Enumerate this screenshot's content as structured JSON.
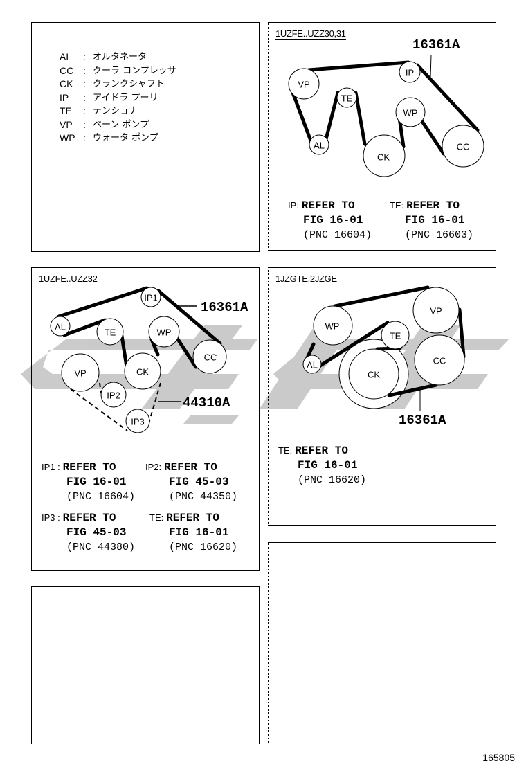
{
  "watermark_color": "#c8c8c8",
  "legend": {
    "items": [
      {
        "code": "AL",
        "name": "オルタネータ"
      },
      {
        "code": "CC",
        "name": "クーラ コンプレッサ"
      },
      {
        "code": "CK",
        "name": "クランクシャフト"
      },
      {
        "code": "IP",
        "name": "アイドラ プーリ"
      },
      {
        "code": "TE",
        "name": "テンショナ"
      },
      {
        "code": "VP",
        "name": "ベーン ポンプ"
      },
      {
        "code": "WP",
        "name": "ウォータ ポンプ"
      }
    ]
  },
  "panel_uzz30": {
    "title": "1UZFE..UZZ30,31",
    "belt_part_no": "16361A",
    "pulleys": [
      "VP",
      "IP",
      "TE",
      "AL",
      "CK",
      "WP",
      "CC"
    ],
    "refs": [
      {
        "key": "IP:",
        "line1": "REFER TO",
        "line2": "FIG 16-01",
        "line3": "(PNC 16604)"
      },
      {
        "key": "TE:",
        "line1": "REFER TO",
        "line2": "FIG 16-01",
        "line3": "(PNC 16603)"
      }
    ]
  },
  "panel_uzz32": {
    "title": "1UZFE..UZZ32",
    "belt_part_no": "16361A",
    "belt2_part_no": "44310A",
    "pulleys": [
      "IP1",
      "AL",
      "TE",
      "WP",
      "CC",
      "VP",
      "CK",
      "IP2",
      "IP3"
    ],
    "refs": [
      {
        "key": "IP1 :",
        "line1": "REFER TO",
        "line2": "FIG 16-01",
        "line3": "(PNC 16604)"
      },
      {
        "key": "IP2:",
        "line1": "REFER TO",
        "line2": "FIG 45-03",
        "line3": "(PNC 44350)"
      },
      {
        "key": "IP3 :",
        "line1": "REFER TO",
        "line2": "FIG 45-03",
        "line3": "(PNC 44380)"
      },
      {
        "key": "TE:",
        "line1": "REFER TO",
        "line2": "FIG 16-01",
        "line3": "(PNC 16620)"
      }
    ]
  },
  "panel_jzgte": {
    "title": "1JZGTE,2JZGE",
    "belt_part_no": "16361A",
    "pulleys": [
      "WP",
      "VP",
      "TE",
      "AL",
      "CK",
      "CC"
    ],
    "refs": [
      {
        "key": "TE:",
        "line1": "REFER TO",
        "line2": "FIG 16-01",
        "line3": "(PNC 16620)"
      }
    ]
  },
  "figure_number": "165805"
}
